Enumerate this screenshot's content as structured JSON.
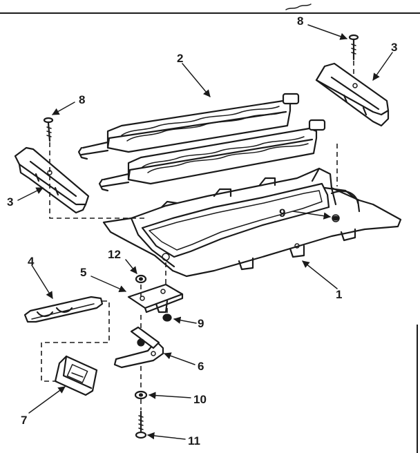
{
  "callouts": {
    "c1": "1",
    "c2": "2",
    "c3a": "3",
    "c3b": "3",
    "c4": "4",
    "c5": "5",
    "c6": "6",
    "c7": "7",
    "c8a": "8",
    "c8b": "8",
    "c9a": "9",
    "c9b": "9",
    "c10": "10",
    "c11": "11",
    "c12": "12"
  },
  "colors": {
    "ink": "#1a1a1a",
    "paper": "#ffffff"
  }
}
